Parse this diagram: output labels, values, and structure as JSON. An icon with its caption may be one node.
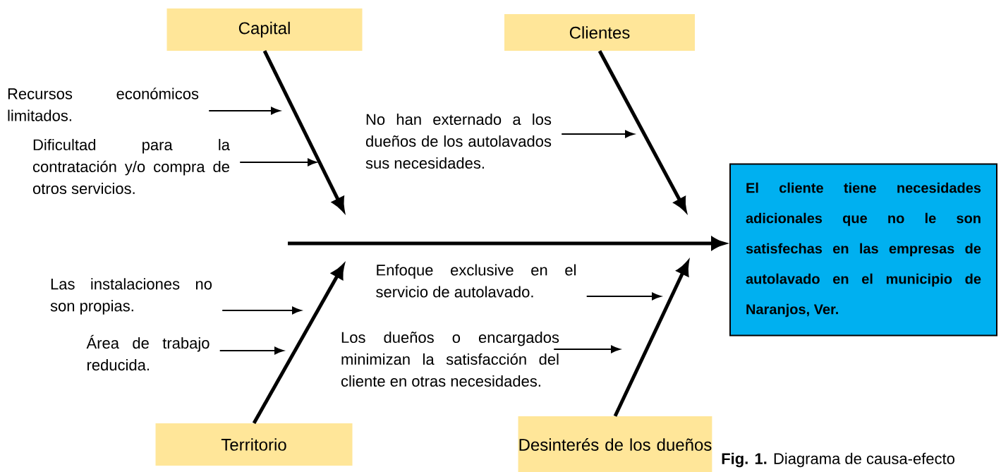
{
  "diagram": {
    "caption": "**Fig. 1.** Diagrama de causa-efecto",
    "nodes": [
      {
        "text": [
          "Capital"
        ]
      },
      {
        "text": [
          "Clientes"
        ]
      },
      {
        "text": [
          "Territorio"
        ]
      },
      {
        "text": [
          "Desinterés de los dueños"
        ]
      },
      {
        "text": [
          "El cliente tiene necesidades adicionales que no le son satisfechas en las empresas de autolavado en el municipio de Naranjos, Ver."
        ]
      },
      {
        "text": [
          "Recursos económicos limitados."
        ]
      },
      {
        "text": [
          "Dificultad para la contratación y/o compra de otros servicios."
        ]
      },
      {
        "text": [
          "No han externado a los dueños de los autolavados sus necesidades."
        ]
      },
      {
        "text": [
          "Las instalaciones no son propias."
        ]
      },
      {
        "text": [
          "Área de trabajo reducida."
        ]
      },
      {
        "text": [
          "Enfoque exclusive en el servicio de autolavado."
        ]
      },
      {
        "text": [
          "Los dueños o encargados minimizan la satisfacción del cliente en otras necesidades."
        ]
      }
    ],
    "edges": [
      {
        "from": null,
        "to": 4,
        "arrow": "to",
        "style": "thick"
      },
      {
        "from": 0,
        "to": null,
        "arrow": "to",
        "style": "thick"
      },
      {
        "from": 1,
        "to": null,
        "arrow": "to",
        "style": "thick"
      },
      {
        "from": 2,
        "to": null,
        "arrow": "to",
        "style": "thick"
      },
      {
        "from": 3,
        "to": null,
        "arrow": "to",
        "style": "thick"
      },
      {
        "from": 5,
        "to": null,
        "arrow": "to"
      },
      {
        "from": 6,
        "to": null,
        "arrow": "to"
      },
      {
        "from": 7,
        "to": null,
        "arrow": "to"
      },
      {
        "from": 8,
        "to": null,
        "arrow": "to"
      },
      {
        "from": 9,
        "to": null,
        "arrow": "to"
      },
      {
        "from": 10,
        "to": null,
        "arrow": "to"
      },
      {
        "from": 11,
        "to": null,
        "arrow": "to"
      }
    ]
  }
}
